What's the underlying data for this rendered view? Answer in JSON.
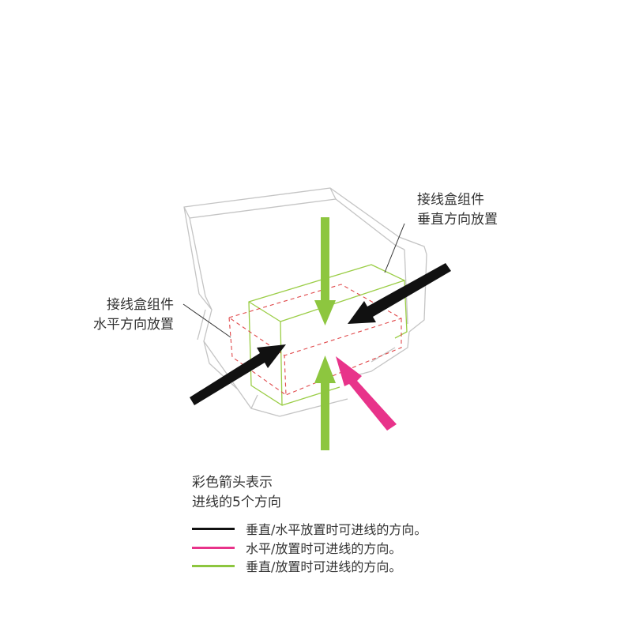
{
  "callouts": {
    "vertical": {
      "line1": "接线盒组件",
      "line2": "垂直方向放置"
    },
    "horizontal": {
      "line1": "接线盒组件",
      "line2": "水平方向放置"
    }
  },
  "legend": {
    "title_line1": "彩色箭头表示",
    "title_line2": "进线的5个方向",
    "items": [
      {
        "color": "#111111",
        "label": "垂直/水平放置时可进线的方向。"
      },
      {
        "color": "#e8338a",
        "label": "水平/放置时可进线的方向。"
      },
      {
        "color": "#8dc63f",
        "label": "垂直/放置时可进线的方向。"
      }
    ]
  },
  "colors": {
    "black_arrow": "#111111",
    "pink_arrow": "#e8338a",
    "green_arrow": "#8dc63f",
    "red_dashed_box": "#e0484a",
    "outline": "#bdbdbd"
  }
}
